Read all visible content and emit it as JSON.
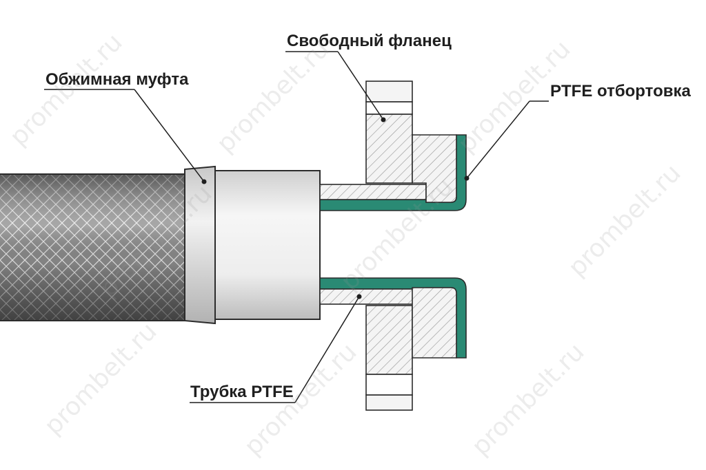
{
  "labels": {
    "crimp_sleeve": "Обжимная муфта",
    "free_flange": "Свободный фланец",
    "ptfe_flare": "PTFE отбортовка",
    "ptfe_tube": "Трубка PTFE"
  },
  "watermark": "prombelt.ru",
  "colors": {
    "ptfe": "#2a8a74",
    "hatch": "#9a9a9a",
    "outline": "#2b2b2b",
    "sleeve": "#e4e4e4",
    "braid": "#444444",
    "label_text": "#1f1f1f"
  }
}
